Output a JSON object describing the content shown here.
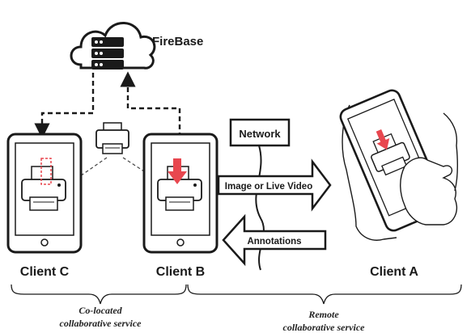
{
  "cloud": {
    "label": "FireBase"
  },
  "network": {
    "label": "Network"
  },
  "arrows": {
    "to_remote": "Image or Live Video",
    "from_remote": "Annotations"
  },
  "clients": {
    "c": "Client C",
    "b": "Client B",
    "a": "Client A"
  },
  "groups": {
    "colocated_line1": "Co-located",
    "colocated_line2": "collaborative service",
    "remote_line1": "Remote",
    "remote_line2": "collaborative service"
  },
  "colors": {
    "ink": "#1a1a1a",
    "accent": "#e8474f"
  }
}
